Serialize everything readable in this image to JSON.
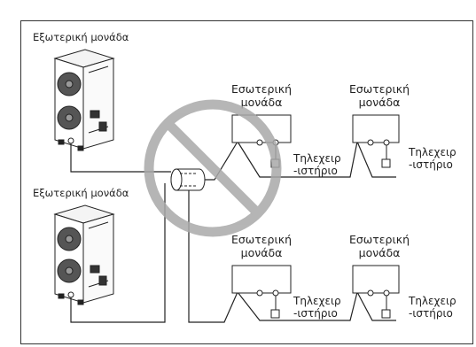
{
  "outdoor_unit_label": "Εξωτερική μονάδα",
  "indoor_unit_line1": "Εσωτερική",
  "indoor_unit_line2": "μονάδα",
  "remote_line1": "Τηλεχειρ",
  "remote_line2": "-ιστήριο",
  "prohibited_symbol_color": "#a9a9a9"
}
